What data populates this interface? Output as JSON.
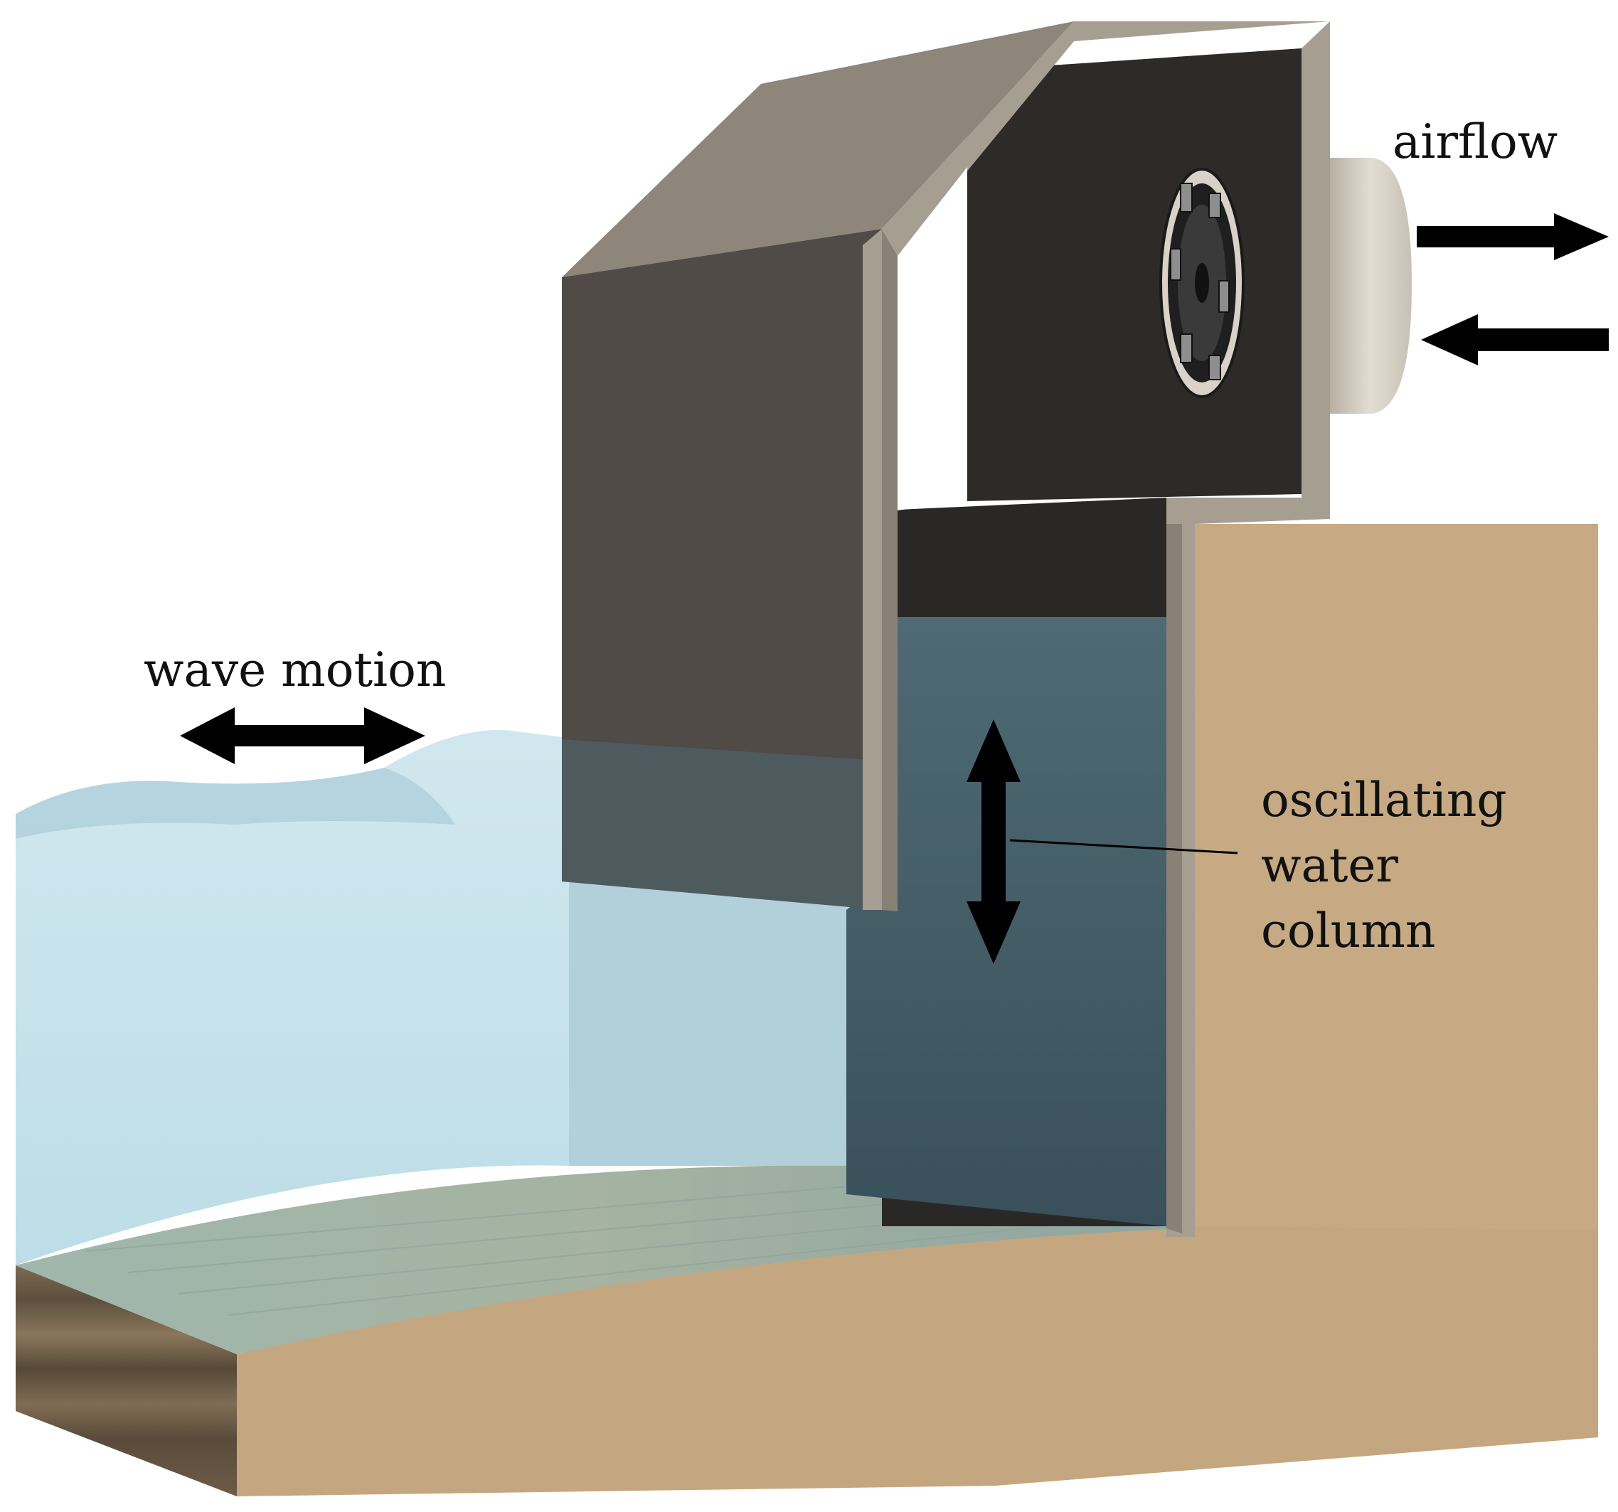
{
  "labels": {
    "airflow": "airflow",
    "wave_motion": "wave motion",
    "oscillating_line1": "oscillating",
    "oscillating_line2": "water",
    "oscillating_line3": "column"
  },
  "icons": {
    "airflow_out": "right-arrow-icon",
    "airflow_in": "left-arrow-icon",
    "wave_motion": "double-horizontal-arrow-icon",
    "water_column": "double-vertical-arrow-icon",
    "turbine": "turbine-icon"
  },
  "colors": {
    "sand": "#c9ab83",
    "sand_dark": "#a98a63",
    "soil_layers": "#6f5d47",
    "water_light": "#c7e3ec",
    "water_dark": "#3f5660",
    "chamber_wall": "#4a4540",
    "chamber_frame": "#a79e92",
    "chamber_roof": "#8e857b",
    "arrow": "#000000"
  }
}
